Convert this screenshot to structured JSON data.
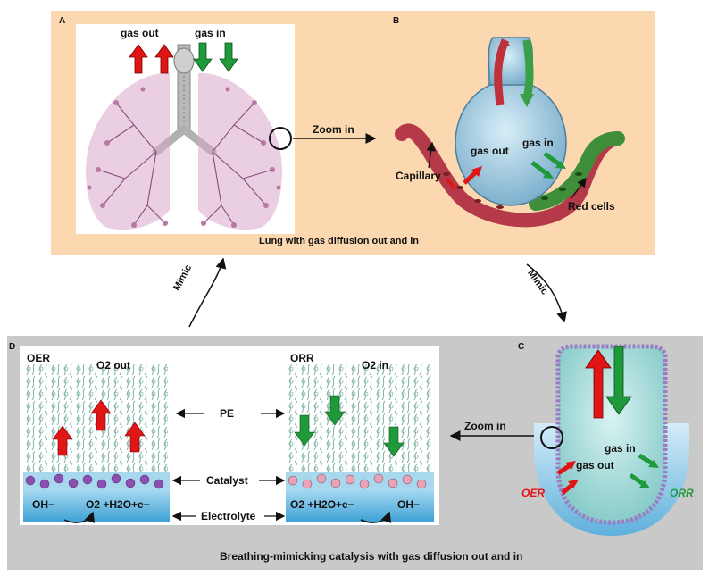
{
  "panel_letters": {
    "a": "A",
    "b": "B",
    "c": "C",
    "d": "D"
  },
  "panel_a": {
    "gas_out": "gas out",
    "gas_in": "gas in"
  },
  "zoom_top": "Zoom in",
  "panel_b": {
    "gas_out": "gas out",
    "gas_in": "gas in",
    "capillary": "Capillary",
    "red_cells": "Red cells"
  },
  "top_caption": "Lung with gas diffusion out and in",
  "mimic_left": "Mimic",
  "mimic_right": "Mimic",
  "panel_c": {
    "gas_out": "gas out",
    "gas_in": "gas in",
    "oer": "OER",
    "orr": "ORR"
  },
  "zoom_bottom": "Zoom in",
  "panel_d": {
    "oer_title": "OER",
    "orr_title": "ORR",
    "o2_out": "O2 out",
    "o2_in": "O2 in",
    "pe": "PE",
    "catalyst": "Catalyst",
    "electrolyte": "Electrolyte",
    "oer_left_ion": "OH−",
    "oer_right_eq": "O2 +H2O+e−",
    "orr_left_eq": "O2 +H2O+e−",
    "orr_right_ion": "OH−"
  },
  "bottom_caption": "Breathing-mimicking catalysis with gas diffusion out and in",
  "colors": {
    "out_arrow": "#e01515",
    "in_arrow": "#1f9a3a",
    "top_bg": "#fbd8b0",
    "bottom_bg": "#c9c9c9",
    "lung": "#c98fb8",
    "electrolyte": "#5cb4df"
  }
}
